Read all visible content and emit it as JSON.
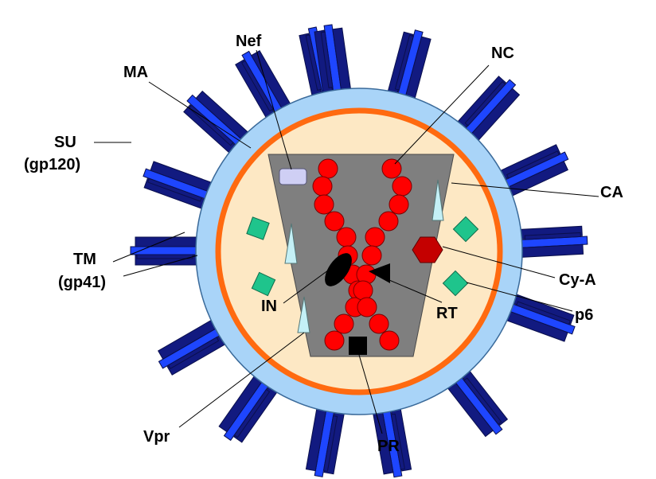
{
  "colors": {
    "envelope": "#a9d4f8",
    "envelope_edge": "#3a6a9a",
    "membrane": "#ff6a10",
    "interior": "#fde8c4",
    "capsid": "#7f7f7f",
    "rna": "#ff0000",
    "spike_dark": "#121a80",
    "spike_light": "#1e46ff",
    "protein_green": "#1fc48c",
    "vpr": "#c4f0f6",
    "cya": "#c40000",
    "nef": "#cfcff4"
  },
  "labels": {
    "nef": "Nef",
    "ma": "MA",
    "su": "SU",
    "su_sub": "(gp120)",
    "tm": "TM",
    "tm_sub": "(gp41)",
    "nc": "NC",
    "ca": "CA",
    "cya": "Cy-A",
    "p6": "p6",
    "in": "IN",
    "rt": "RT",
    "vpr": "Vpr",
    "pr": "PR"
  }
}
